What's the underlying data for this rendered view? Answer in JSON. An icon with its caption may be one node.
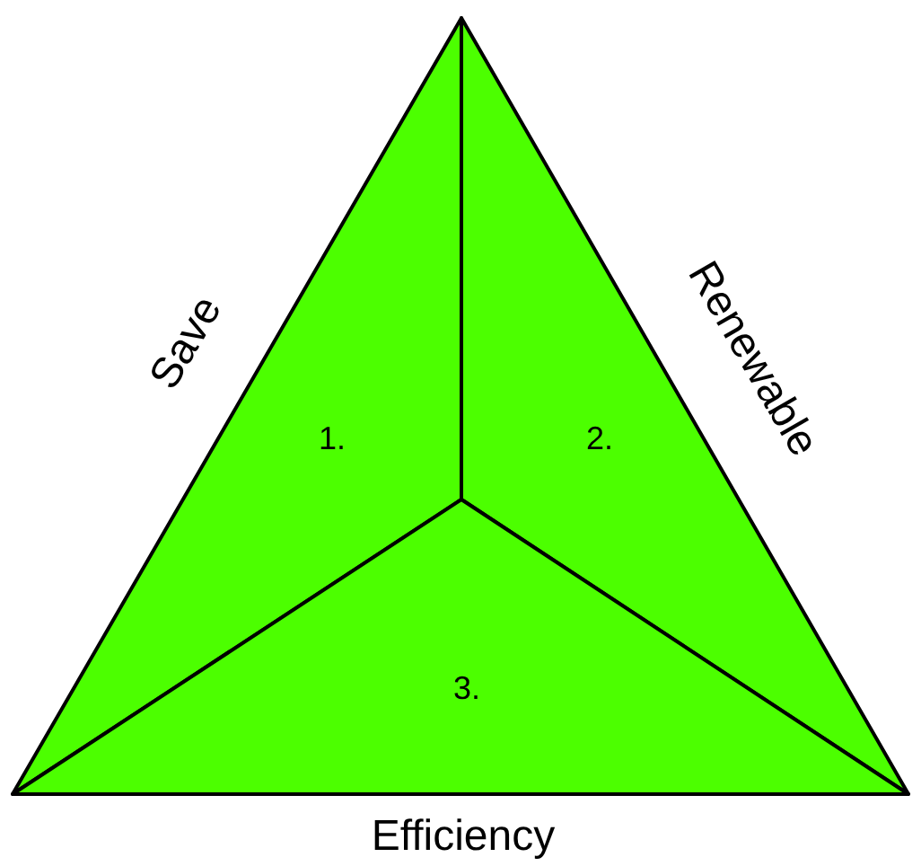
{
  "diagram": {
    "nodes": [
      {
        "text": [
          "1."
        ]
      },
      {
        "text": [
          "2."
        ]
      },
      {
        "text": [
          "3."
        ]
      }
    ],
    "labels": [
      "Save",
      "Renewable",
      "Efficiency"
    ]
  }
}
